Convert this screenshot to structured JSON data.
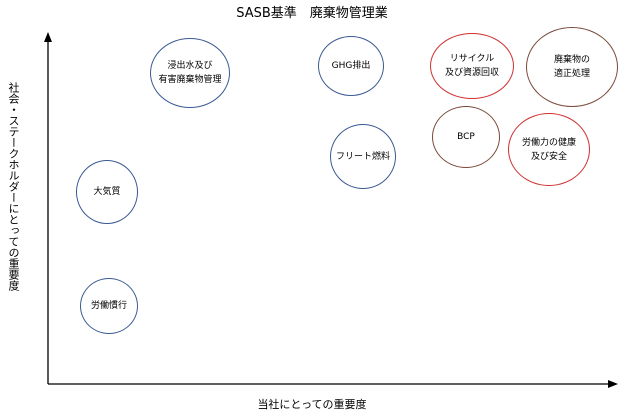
{
  "title": "SASB基準　廃棄物管理業",
  "y_axis_label": "社会・ステークホルダーにとっての重要度",
  "x_axis_label": "当社にとっての重要度",
  "colors": {
    "blue": "#3b5a93",
    "red": "#d0302f",
    "brown": "#7a4a3a",
    "axis": "#000000"
  },
  "topics": [
    {
      "label": "浸出水及び\n有害廃棄物管理"
    },
    {
      "label": "GHG排出"
    },
    {
      "label": "リサイクル\n及び資源回収"
    },
    {
      "label": "廃棄物の\n適正処理"
    },
    {
      "label": "BCP"
    },
    {
      "label": "労働力の健康\n及び安全"
    },
    {
      "label": "フリート燃料"
    },
    {
      "label": "大気質"
    },
    {
      "label": "労働慣行"
    }
  ]
}
